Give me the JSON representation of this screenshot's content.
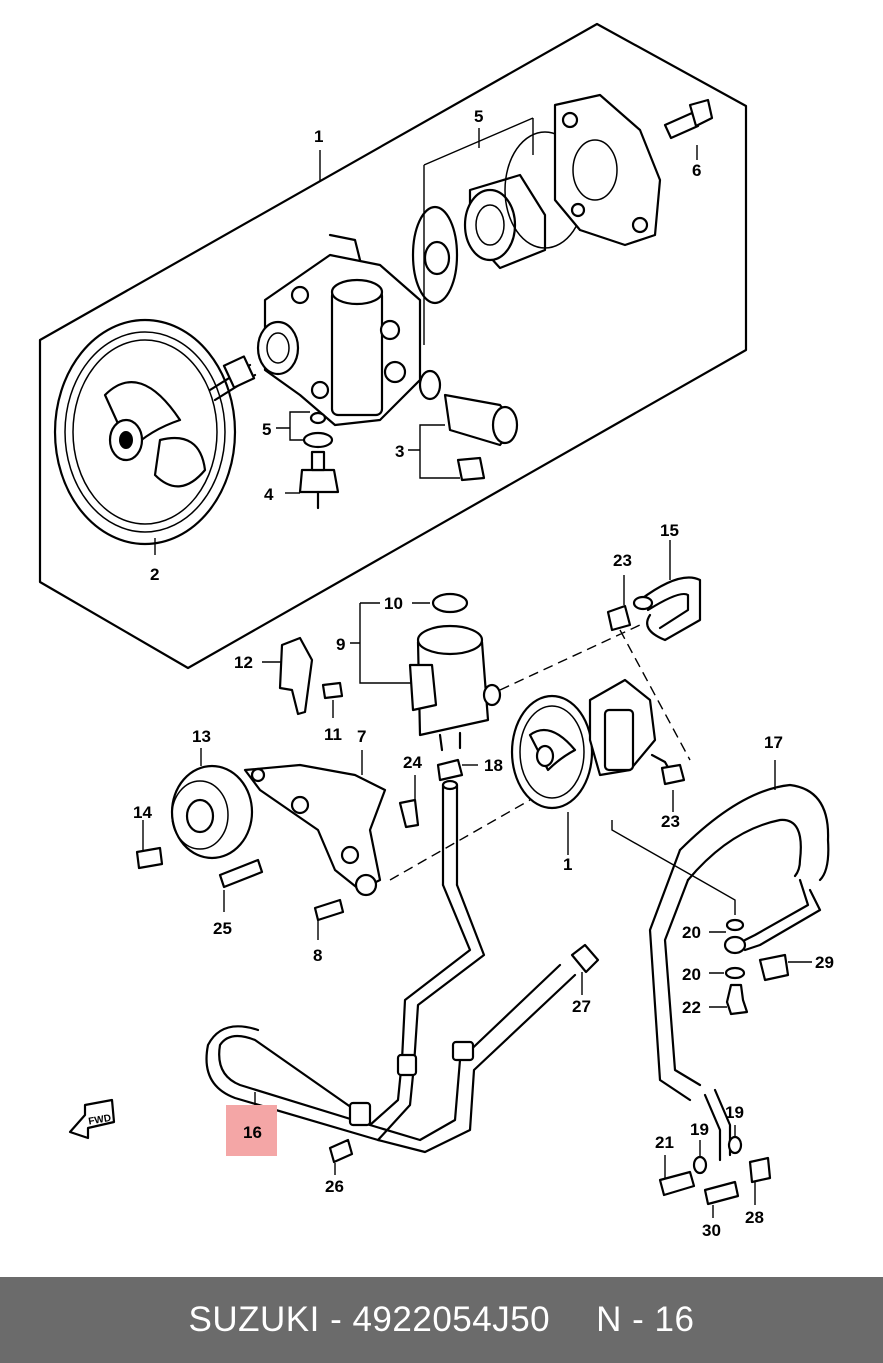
{
  "labels": {
    "l1_top": "1",
    "l2": "2",
    "l3": "3",
    "l4": "4",
    "l5_top": "5",
    "l5_side": "5",
    "l6": "6",
    "l7": "7",
    "l8": "8",
    "l9": "9",
    "l10": "10",
    "l11": "11",
    "l12": "12",
    "l13": "13",
    "l14": "14",
    "l15": "15",
    "l16": "16",
    "l17": "17",
    "l18": "18",
    "l19_a": "19",
    "l19_b": "19",
    "l20_a": "20",
    "l20_b": "20",
    "l21": "21",
    "l22": "22",
    "l23_a": "23",
    "l23_b": "23",
    "l24": "24",
    "l25": "25",
    "l26": "26",
    "l27": "27",
    "l28": "28",
    "l29": "29",
    "l30": "30",
    "l1_bottom": "1",
    "fwd": "FWD"
  },
  "highlight": {
    "part_number": "16",
    "color": "#f4a6a6"
  },
  "footer": {
    "brand_part": "SUZUKI - 4922054J50",
    "ref": "N - 16",
    "background": "#6b6b6b",
    "text_color": "#ffffff"
  }
}
